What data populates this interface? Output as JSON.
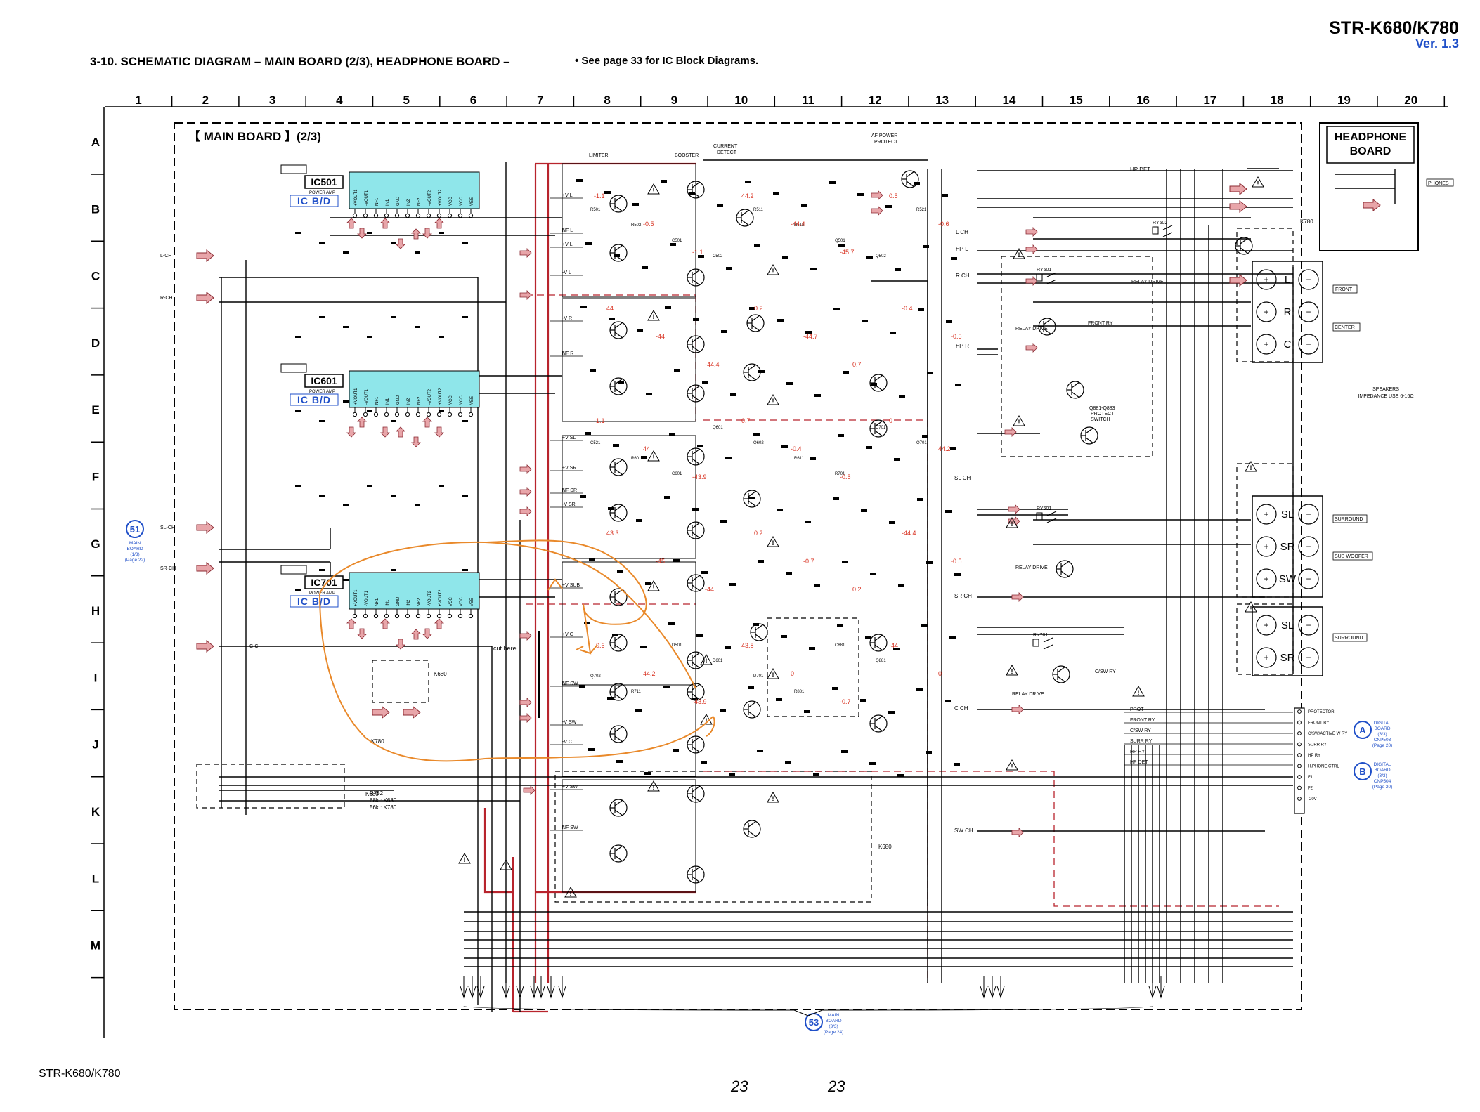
{
  "header": {
    "model": "STR-K680/K780",
    "version": "Ver. 1.3",
    "title": "3-10. SCHEMATIC DIAGRAM  – MAIN BOARD (2/3), HEADPHONE BOARD –",
    "note": "• See page 33 for IC Block Diagrams."
  },
  "footer": {
    "model": "STR-K680/K780",
    "page_left": "23",
    "page_right": "23"
  },
  "grid": {
    "columns": [
      "1",
      "2",
      "3",
      "4",
      "5",
      "6",
      "7",
      "8",
      "9",
      "10",
      "11",
      "12",
      "13",
      "14",
      "15",
      "16",
      "17",
      "18",
      "19",
      "20"
    ],
    "rows": [
      "A",
      "B",
      "C",
      "D",
      "E",
      "F",
      "G",
      "H",
      "I",
      "J",
      "K",
      "L",
      "M"
    ]
  },
  "boards": {
    "main": "【 MAIN BOARD 】(2/3)",
    "headphone_line1": "HEADPHONE",
    "headphone_line2": "BOARD"
  },
  "ics": [
    {
      "id": "IC501",
      "sub": "POWER AMP",
      "bd": "IC B/D"
    },
    {
      "id": "IC601",
      "sub": "POWER AMP",
      "bd": "IC B/D"
    },
    {
      "id": "IC701",
      "sub": "POWER AMP",
      "bd": "IC B/D"
    }
  ],
  "ic_pins": [
    "+VOUT1",
    "-VOUT1",
    "NF1",
    "IN1",
    "GND",
    "IN2",
    "NF2",
    "-VOUT2",
    "+VOUT2",
    "VCC",
    "VCC",
    "VEE"
  ],
  "section_labels": {
    "limiter": "LIMITER",
    "booster": "BOOSTER",
    "current_detect_1": "CURRENT",
    "current_detect_2": "DETECT",
    "af_protect_1": "AF POWER",
    "af_protect_2": "PROTECT",
    "cut_here": "cut here"
  },
  "connectors": [
    {
      "num": "51",
      "lines": [
        "MAIN",
        "BOARD",
        "(1/3)",
        "(Page 22)"
      ]
    },
    {
      "num": "53",
      "lines": [
        "MAIN",
        "BOARD",
        "(3/3)",
        "(Page 24)"
      ]
    },
    {
      "num": "A",
      "lines": [
        "DIGITAL",
        "BOARD",
        "(3/3)",
        "CNP503",
        "(Page 20)"
      ]
    },
    {
      "num": "B",
      "lines": [
        "DIGITAL",
        "BOARD",
        "(3/3)",
        "CNP504",
        "(Page 20)"
      ]
    }
  ],
  "inputs": [
    "L-CH",
    "R-CH",
    "SL-CH",
    "SR-CH",
    "C-CH"
  ],
  "rails": [
    "+V L",
    "NF L",
    "+V L",
    "-V L",
    "-V R",
    "NF R",
    "+V SL",
    "+V SR",
    "NF SR",
    "-V SR",
    "+V SUB",
    "+V C",
    "NF SW",
    "-V SW",
    "-V C",
    "+V SW",
    "NF SW"
  ],
  "outputs": [
    "L CH",
    "R CH",
    "HP L",
    "HP R",
    "HP DET",
    "SL CH",
    "SR CH",
    "C CH",
    "SW CH"
  ],
  "relays": [
    {
      "id": "RY501",
      "name": "RELAY DRIVE"
    },
    {
      "id": "RY601",
      "name": "RELAY DRIVE"
    },
    {
      "id": "RY701",
      "name": "RELAY DRIVE"
    },
    {
      "id": "RY502",
      "name": "RELAY DRIVE"
    }
  ],
  "protect": [
    "Q881-Q883",
    "PROTECT",
    "SWITCH"
  ],
  "relay_labels": [
    "FRONT RY",
    "C/SW RY",
    "FRONT RY"
  ],
  "speakers": {
    "front": "FRONT",
    "center": "CENTER",
    "surround": "SURROUND",
    "sub_woofer": "SUB WOOFER",
    "surround2": "SURROUND",
    "phones": "PHONES",
    "impedance_1": "SPEAKERS",
    "impedance_2": "IMPEDANCE USE 6-16Ω",
    "front_terms": [
      "L",
      "R",
      "C"
    ],
    "surround_terms": [
      "SL",
      "SR",
      "SW"
    ],
    "surround2_terms": [
      "SL",
      "SR"
    ]
  },
  "bus_signals": [
    "PROTECTOR",
    "FRONT RY",
    "C/SW/ACTIVE W RY",
    "SURR RY",
    "HP RY",
    "H.PHONE CTRL",
    "F1",
    "F2",
    "-20V"
  ],
  "bus_left": [
    "PROT",
    "FRONT RY",
    "C/SW RY",
    "SURR RY",
    "HP RY",
    "HP DET"
  ],
  "variants": [
    "K680",
    "K780",
    "R752",
    "68k : K680",
    "56k : K780"
  ],
  "colors": {
    "ic_fill": "#8fe6ea",
    "link_blue": "#1f4fc8",
    "voltage_red": "#d8301f",
    "power_line_red": "#b8242d",
    "annotation_orange": "#e9892a"
  }
}
